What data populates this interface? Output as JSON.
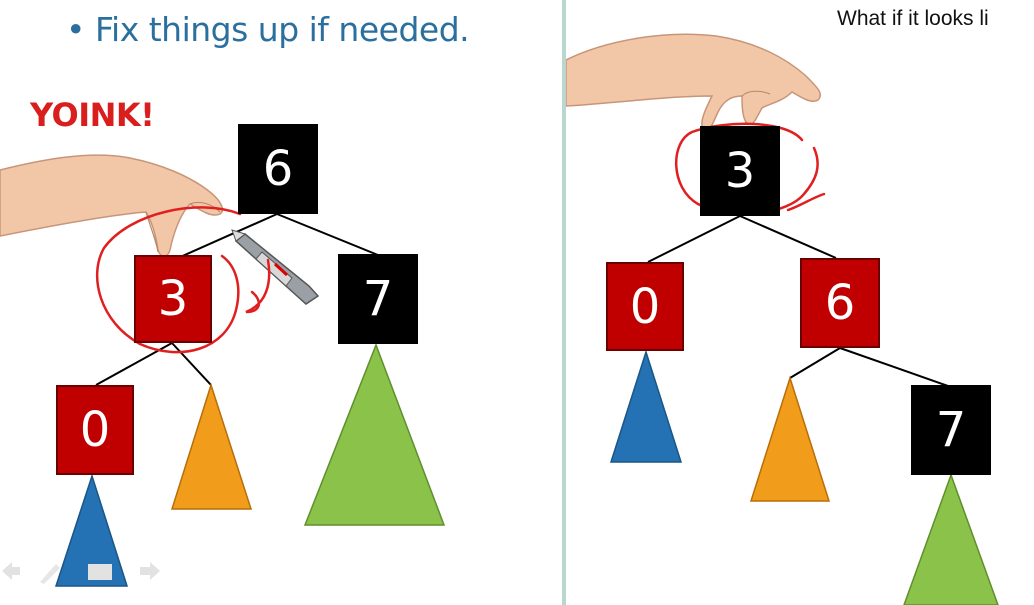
{
  "left": {
    "bullet_text": "• Fix things up if needed.",
    "exclamation": "YOINK!",
    "nodes": {
      "root": {
        "value": "6",
        "color": "black"
      },
      "left_child": {
        "value": "3",
        "color": "red"
      },
      "right_child": {
        "value": "7",
        "color": "black"
      },
      "left_left": {
        "value": "0",
        "color": "red"
      }
    },
    "subtrees": [
      "blue",
      "orange",
      "green"
    ]
  },
  "right": {
    "caption": "What if it looks li",
    "nodes": {
      "root": {
        "value": "3",
        "color": "black"
      },
      "left_child": {
        "value": "0",
        "color": "red"
      },
      "right_child": {
        "value": "6",
        "color": "red"
      },
      "right_right": {
        "value": "7",
        "color": "black"
      }
    },
    "subtrees": [
      "blue",
      "orange",
      "green"
    ]
  },
  "colors": {
    "red_node": "#c00000",
    "black_node": "#000000",
    "blue_subtree": "#2471b3",
    "orange_subtree": "#f29c1b",
    "green_subtree": "#8bc34a",
    "annotation_red": "#e02020",
    "bullet_blue": "#2b6f9e",
    "divider": "#b9d7ce"
  }
}
